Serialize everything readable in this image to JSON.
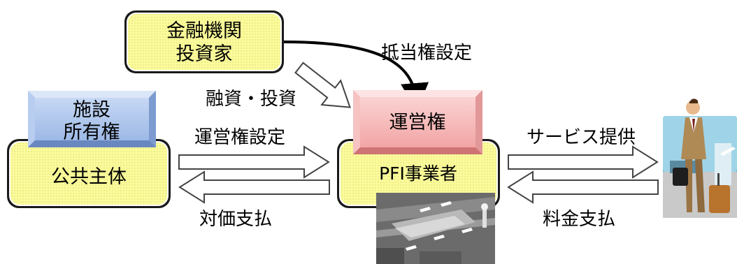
{
  "nodes": {
    "finance": {
      "line1": "金融機関",
      "line2": "投資家"
    },
    "public_entity": {
      "label": "公共主体"
    },
    "ownership": {
      "line1": "施設",
      "line2": "所有権"
    },
    "pfi_operator": {
      "label": "PFI事業者"
    },
    "operating_right": {
      "label": "運営権"
    }
  },
  "edges": {
    "mortgage": "抵当権設定",
    "finance_investment": "融資・投資",
    "operating_right_setting": "運営権設定",
    "consideration_payment": "対価支払",
    "service_provision": "サービス提供",
    "fee_payment": "料金支払"
  },
  "colors": {
    "yellow_fill": "#fbfb9c",
    "pink_fill": "#f6b6b6",
    "blue_fill": "#a9c4ec"
  },
  "images": {
    "airport": "airport-illustration",
    "traveler": "traveler-illustration"
  }
}
